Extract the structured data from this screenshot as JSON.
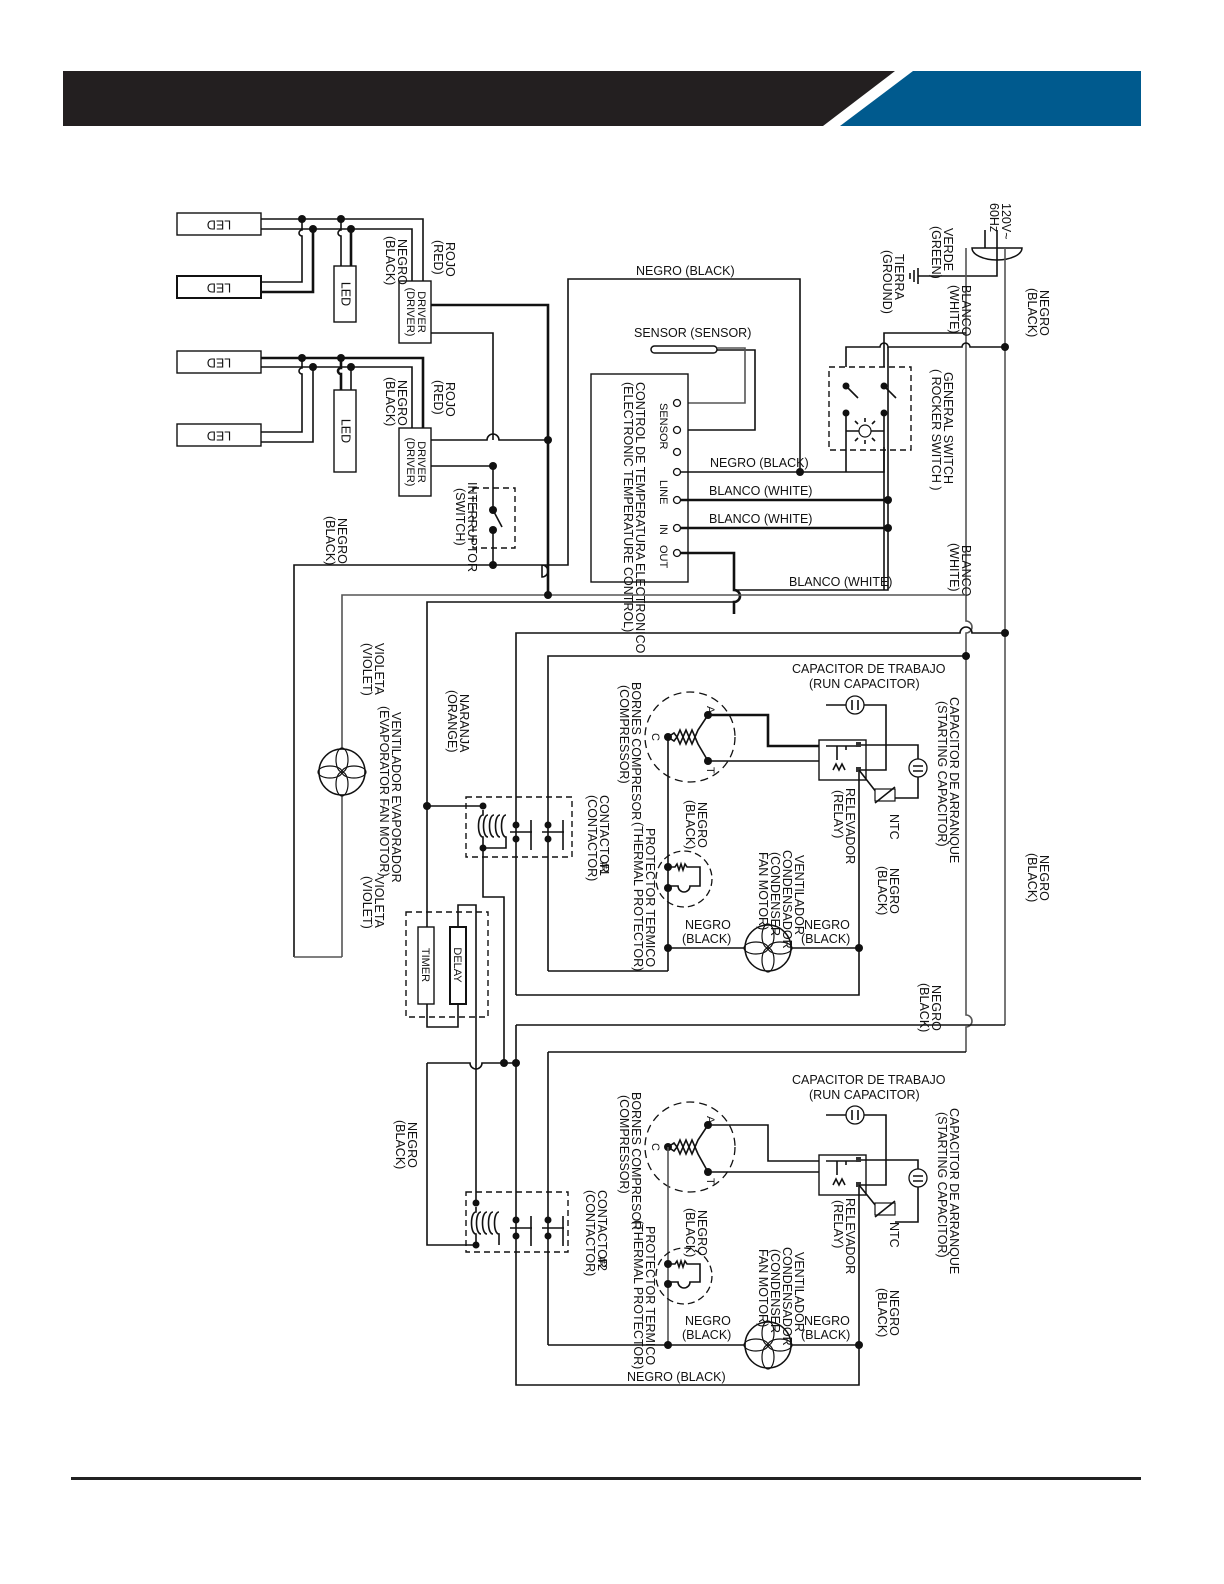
{
  "header": {
    "dark_color": "#231f20",
    "accent_color": "#005a8e"
  },
  "diagram": {
    "power_source": {
      "voltage": "120V~",
      "frequency": "60Hz"
    },
    "ground": {
      "es": "TIERRA",
      "en": "(GROUND)"
    },
    "wires": {
      "verde": {
        "es": "VERDE",
        "en": "(GREEN)"
      },
      "blanco": {
        "es": "BLANCO",
        "en": "(WHITE)"
      },
      "negro": {
        "es": "NEGRO",
        "en": "(BLACK)"
      },
      "rojo": {
        "es": "ROJO",
        "en": "(RED)"
      },
      "violeta": {
        "es": "VIOLETA",
        "en": "(VIOLET)"
      },
      "naranja": {
        "es": "NARANJA",
        "en": "(ORANGE)"
      },
      "negro_black_inline": "NEGRO (BLACK)",
      "blanco_white_inline": "BLANCO (WHITE)"
    },
    "general_switch": {
      "es": "GENERAL SWITCH",
      "en": "( ROCKER SWITCH )"
    },
    "sensor": {
      "label": "SENSOR (SENSOR)"
    },
    "temp_control": {
      "es": "CONTROL DE TEMPERATURA ELECTRONICO",
      "en": "(ELECTRONIC TEMPERATURE CONTROL)",
      "terminals": [
        "SENSOR",
        "LINE",
        "IN",
        "OUT"
      ]
    },
    "led": {
      "label": "LED"
    },
    "driver": {
      "es": "DRIVER",
      "en": "(DRIVER)"
    },
    "interruptor": {
      "es": "INTERRUPTOR",
      "en": "(SWITCH)"
    },
    "evaporator_fan": {
      "es": "VENTILADOR EVAPORADOR",
      "en": "(EVAPORATOR FAN MOTOR)"
    },
    "timer": {
      "label": "TIMER"
    },
    "delay": {
      "label": "DELAY"
    },
    "contactor1": {
      "es": "CONTACTOR",
      "en": "(CONTACTOR)",
      "num": "#1"
    },
    "contactor2": {
      "es": "CONTACTOR",
      "en": "(CONTACTOR)",
      "num": "#2"
    },
    "compressor": {
      "es": "BORNES COMPRESOR",
      "en": "(COMPRESSOR)",
      "pins": [
        "A",
        "C",
        "T"
      ]
    },
    "run_capacitor": {
      "es": "CAPACITOR DE TRABAJO",
      "en": "(RUN CAPACITOR)"
    },
    "start_capacitor": {
      "es": "CAPACITOR DE ARRANQUE",
      "en": "(STARTING CAPACITOR)"
    },
    "relay": {
      "es": "RELEVADOR",
      "en": "(RELAY)"
    },
    "ntc": {
      "label": "NTC"
    },
    "thermal_protector": {
      "es": "PROTECTOR TERMICO",
      "en": "(THERMAL PROTECTOR)"
    },
    "condenser_fan": {
      "es1": "VENTILADOR",
      "es2": "CONDENSADOR",
      "en1": "(CONDENSER",
      "en2": "FAN MOTOR)"
    }
  }
}
